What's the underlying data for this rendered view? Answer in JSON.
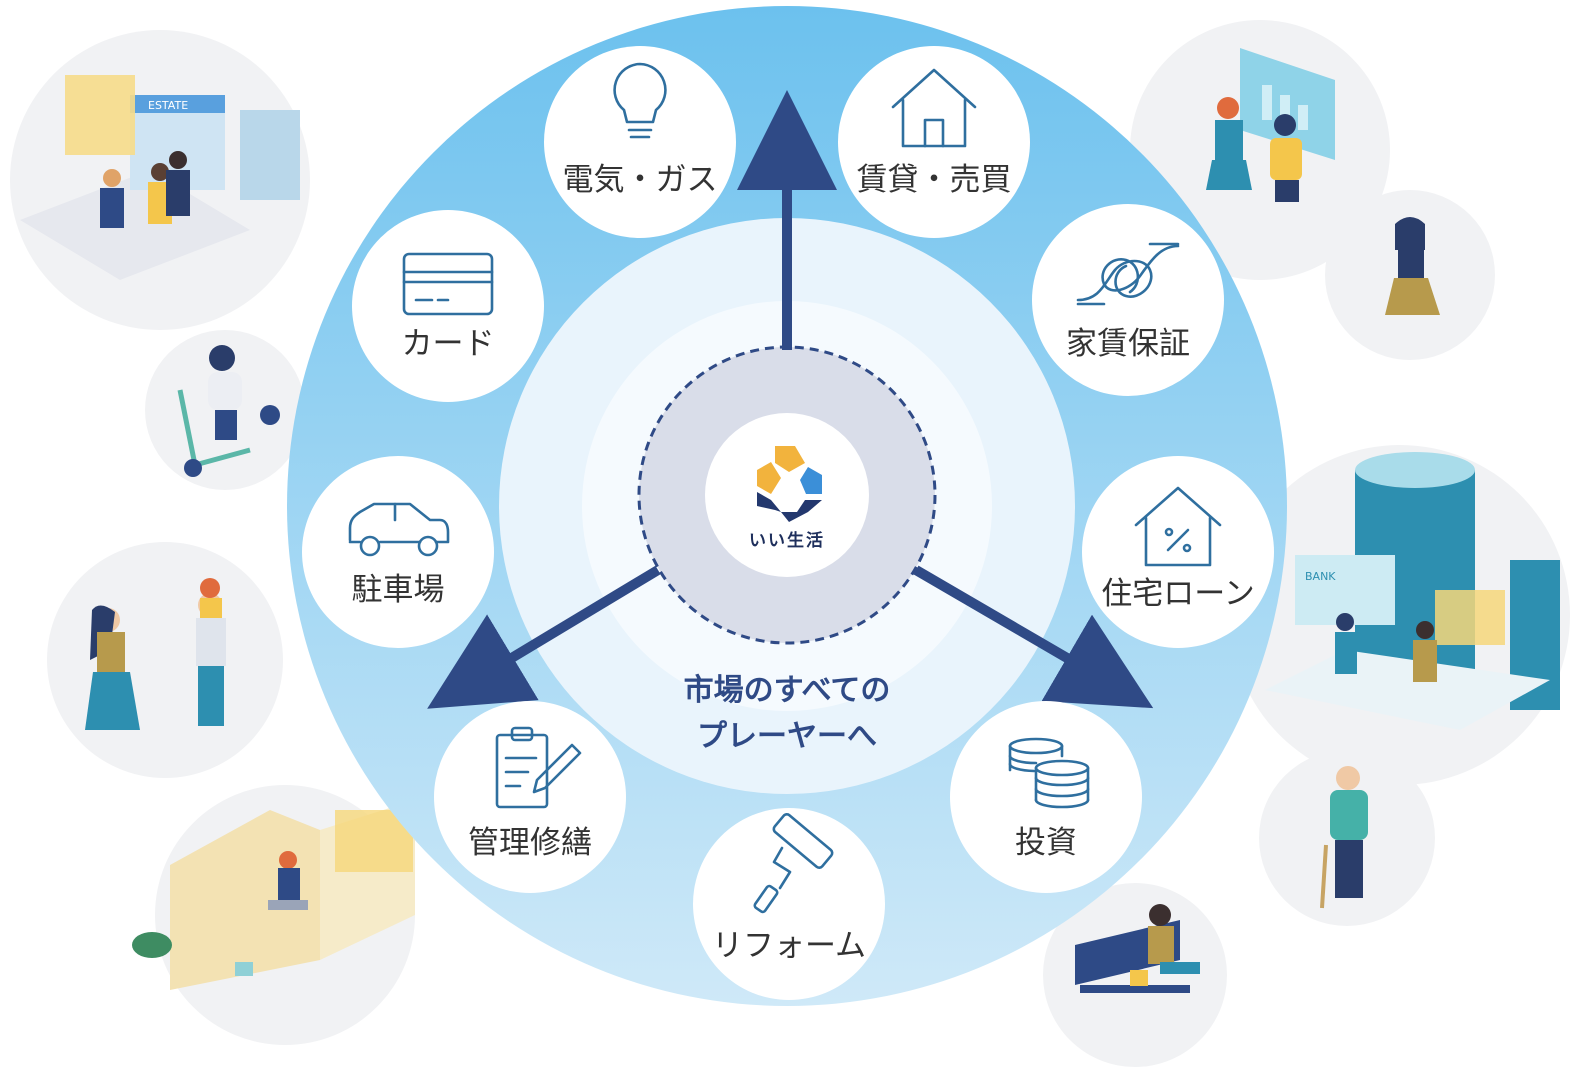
{
  "center": {
    "logo_text": "いい生活",
    "caption_line1": "市場のすべての",
    "caption_line2": "プレーヤーへ"
  },
  "services": [
    {
      "label": "電気・ガス",
      "icon": "lightbulb-icon"
    },
    {
      "label": "賃貸・売買",
      "icon": "house-icon"
    },
    {
      "label": "家賃保証",
      "icon": "knot-icon"
    },
    {
      "label": "住宅ローン",
      "icon": "house-percent-icon"
    },
    {
      "label": "投資",
      "icon": "coins-icon"
    },
    {
      "label": "リフォーム",
      "icon": "paint-roller-icon"
    },
    {
      "label": "管理修繕",
      "icon": "clipboard-pencil-icon"
    },
    {
      "label": "駐車場",
      "icon": "car-icon"
    },
    {
      "label": "カード",
      "icon": "credit-card-icon"
    }
  ],
  "illustrations": {
    "estate_sign": "ESTATE",
    "bank_sign": "BANK"
  },
  "colors": {
    "outer_ring": "#6fc2ee",
    "inner_ring": "#eef6fc",
    "center_fill": "#d9dde9",
    "arrow": "#2f4a86",
    "logo_yellow": "#f2b33d",
    "logo_blue": "#3b8fd8",
    "logo_navy": "#23386e"
  }
}
